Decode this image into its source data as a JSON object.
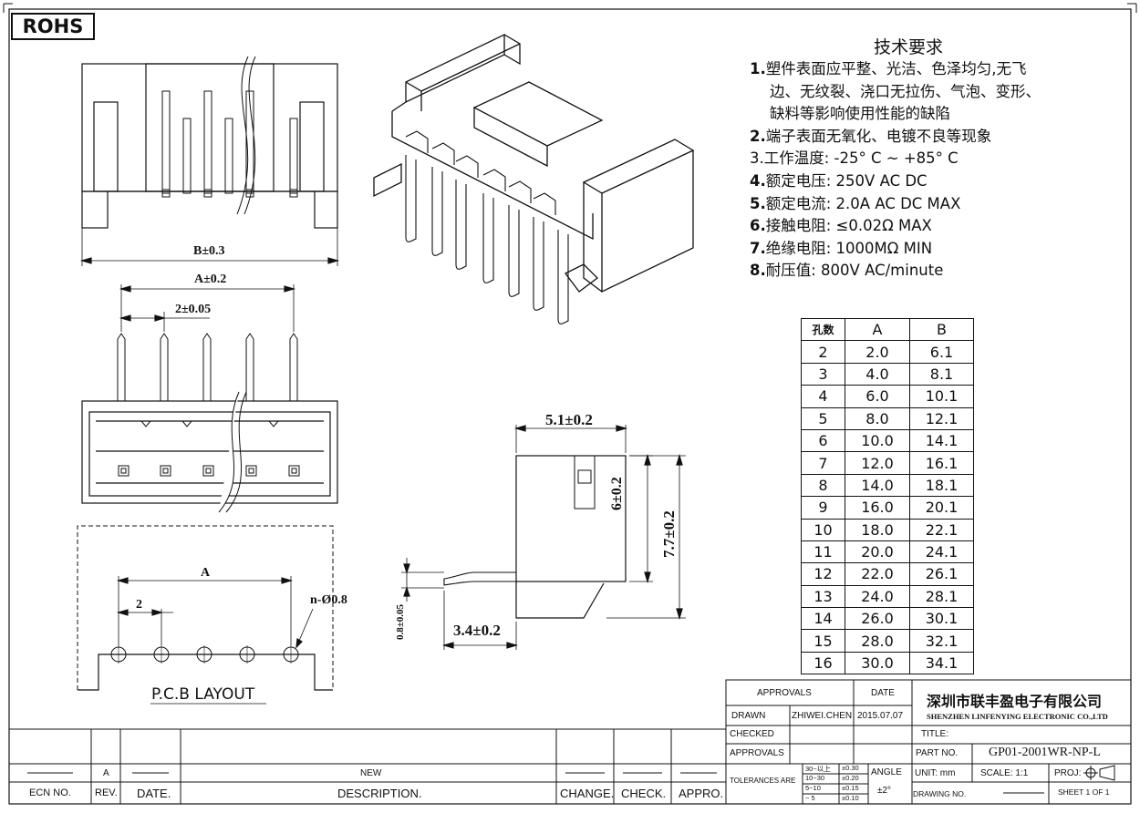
{
  "rohs": "ROHS",
  "requirements": {
    "title": "技术要求",
    "items": [
      {
        "num": "1.",
        "text": "塑件表面应平整、光洁、色泽均匀,无飞"
      },
      {
        "num": "",
        "text": "边、无纹裂、浇口无拉伤、气泡、变形、"
      },
      {
        "num": "",
        "text": "缺料等影响使用性能的缺陷"
      },
      {
        "num": "2.",
        "text": "端子表面无氧化、电镀不良等现象"
      },
      {
        "num": "3.",
        "text": "工作温度: -25° C ~ +85° C"
      },
      {
        "num": "4.",
        "text": "额定电压: 250V AC DC"
      },
      {
        "num": "5.",
        "text": "额定电流: 2.0A AC DC MAX"
      },
      {
        "num": "6.",
        "text": "接触电阻: ≤0.02Ω MAX"
      },
      {
        "num": "7.",
        "text": "绝缘电阻: 1000MΩ MIN"
      },
      {
        "num": "8.",
        "text": "耐压值: 800V AC/minute"
      }
    ]
  },
  "pin_table": {
    "headers": [
      "孔数",
      "A",
      "B"
    ],
    "rows": [
      [
        "2",
        "2.0",
        "6.1"
      ],
      [
        "3",
        "4.0",
        "8.1"
      ],
      [
        "4",
        "6.0",
        "10.1"
      ],
      [
        "5",
        "8.0",
        "12.1"
      ],
      [
        "6",
        "10.0",
        "14.1"
      ],
      [
        "7",
        "12.0",
        "16.1"
      ],
      [
        "8",
        "14.0",
        "18.1"
      ],
      [
        "9",
        "16.0",
        "20.1"
      ],
      [
        "10",
        "18.0",
        "22.1"
      ],
      [
        "11",
        "20.0",
        "24.1"
      ],
      [
        "12",
        "22.0",
        "26.1"
      ],
      [
        "13",
        "24.0",
        "28.1"
      ],
      [
        "14",
        "26.0",
        "30.1"
      ],
      [
        "15",
        "28.0",
        "32.1"
      ],
      [
        "16",
        "30.0",
        "34.1"
      ]
    ]
  },
  "dimensions": {
    "b": "B±0.3",
    "a": "A±0.2",
    "pitch": "2±0.05",
    "depth": "5.1±0.2",
    "height1": "6±0.2",
    "height2": "7.7±0.2",
    "pin_thick": "0.8±0.05",
    "pin_len": "3.4±0.2",
    "pcb_a": "A",
    "pcb_pitch": "2",
    "hole": "n-Ø0.8"
  },
  "pcb_caption": "P.C.B  LAYOUT",
  "title_block": {
    "approvals_hdr": "APPROVALS",
    "date_hdr": "DATE",
    "company_cn": "深圳市联丰盈电子有限公司",
    "company_en": "SHENZHEN LINFENYING ELECTRONIC CO.,LTD",
    "drawn_label": "DRAWN",
    "drawn_name": "ZHIWEI.CHEN",
    "drawn_date": "2015.07.07",
    "checked_label": "CHECKED",
    "title_label": "TITLE:",
    "approvals_label": "APPROVALS",
    "part_label": "PART  NO.",
    "part_no": "GP01-2001WR-NP-L",
    "tol_label": "TOLERANCES ARE",
    "tol_rows": [
      [
        "30~以上",
        "±0.30"
      ],
      [
        "10~30",
        "±0.20"
      ],
      [
        "5~10",
        "±0.15"
      ],
      [
        "~  5",
        "±0.10"
      ]
    ],
    "angle_label": "ANGLE",
    "angle_val": "±2°",
    "unit": "UNIT:  mm",
    "scale": "SCALE:   1:1",
    "proj": "PROJ:",
    "drawing_no": "DRAWING NO.",
    "sheet": "SHEET   1  OF  1"
  },
  "revision": {
    "rev_val": "A",
    "new": "NEW",
    "ecn": "ECN  NO.",
    "rev": "REV.",
    "date": "DATE.",
    "description": "DESCRIPTION.",
    "change": "CHANGE.",
    "check": "CHECK.",
    "appro": "APPRO."
  }
}
